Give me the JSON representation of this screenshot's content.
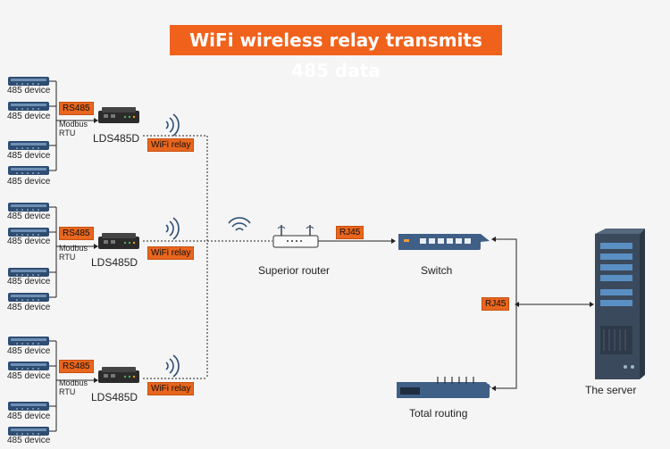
{
  "title": "WiFi wireless relay transmits 485 data",
  "groups": [
    {
      "devices": [
        "485 device",
        "485 device",
        "485 device",
        "485 device"
      ],
      "rs_tag": "RS485",
      "protocol": "Modbus RTU",
      "converter": "LDS485D",
      "relay_tag": "WiFi relay"
    },
    {
      "devices": [
        "485 device",
        "485 device",
        "485 device",
        "485 device"
      ],
      "rs_tag": "RS485",
      "protocol": "Modbus RTU",
      "converter": "LDS485D",
      "relay_tag": "WiFi relay"
    },
    {
      "devices": [
        "485 device",
        "485 device",
        "485 device",
        "485 device"
      ],
      "rs_tag": "RS485",
      "protocol": "Modbus RTU",
      "converter": "LDS485D",
      "relay_tag": "WiFi relay"
    }
  ],
  "router": {
    "label": "Superior router"
  },
  "switch": {
    "label": "Switch"
  },
  "server": {
    "label": "The server"
  },
  "total_routing": {
    "label": "Total routing"
  },
  "links": {
    "router_switch": "RJ45",
    "switch_server": "RJ45"
  },
  "colors": {
    "accent": "#f0621c",
    "tag": "#e8661e",
    "device": "#2e4d73",
    "server": "#3a4a5c",
    "switch": "#3f5f86"
  }
}
